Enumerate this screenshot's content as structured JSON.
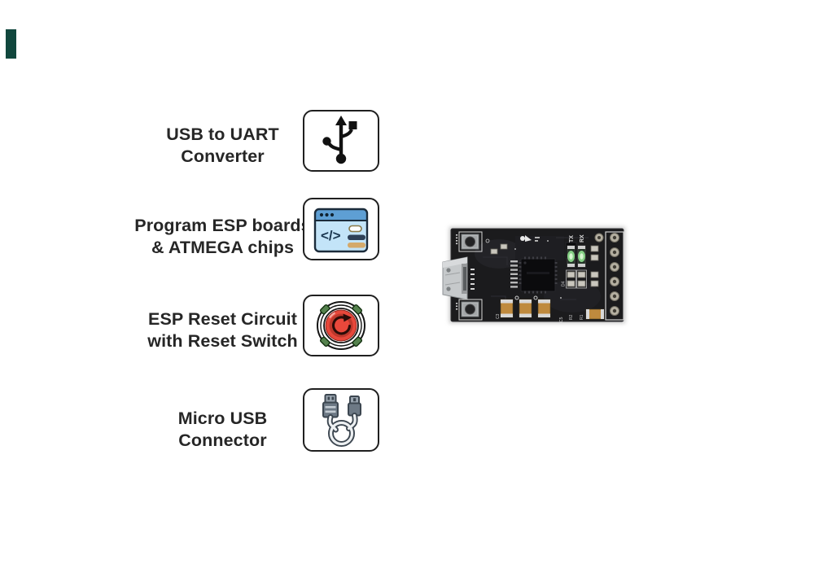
{
  "canvas": {
    "background": "#ffffff"
  },
  "corner_swatch": {
    "color": "#11473d"
  },
  "features": [
    {
      "line1": "USB to UART",
      "line2": "Converter",
      "icon": "usb-symbol-icon"
    },
    {
      "line1": "Program ESP boards",
      "line2": "& ATMEGA chips",
      "icon": "code-window-icon"
    },
    {
      "line1": "ESP Reset Circuit",
      "line2": "with Reset Switch",
      "icon": "reset-button-icon"
    },
    {
      "line1": "Micro USB",
      "line2": "Connector",
      "icon": "usb-cable-icon"
    }
  ],
  "icons": {
    "code_glyph": "</>"
  },
  "pcb": {
    "description": "photo of black USB-to-UART converter PCB with micro USB, two push buttons, main IC and pin holes",
    "silkscreen": {
      "tx": "TX",
      "rx": "RX",
      "r1": "R1",
      "r2": "R2",
      "c3": "C3",
      "c5": "C5",
      "d4": "D4"
    }
  },
  "colors": {
    "text": "#262626",
    "icon_border": "#1f1f1f",
    "window_header": "#5e9fd4",
    "window_body": "#c3e4f8",
    "code_text": "#1b3750",
    "tan_line": "#d4a96a",
    "dark_pill": "#2e4057",
    "reset_red": "#e8483b",
    "reset_ring": "#bd382c",
    "tab_green": "#55824e",
    "cable_outline": "#3c4650",
    "plug_body": "#6d7985",
    "plug_tip": "#9aa5b0",
    "board_black": "#1b1b1d",
    "cap_tan": "#bf8a3e",
    "pad_silver": "#c9c6bd",
    "led_green": "#8fe08f"
  }
}
